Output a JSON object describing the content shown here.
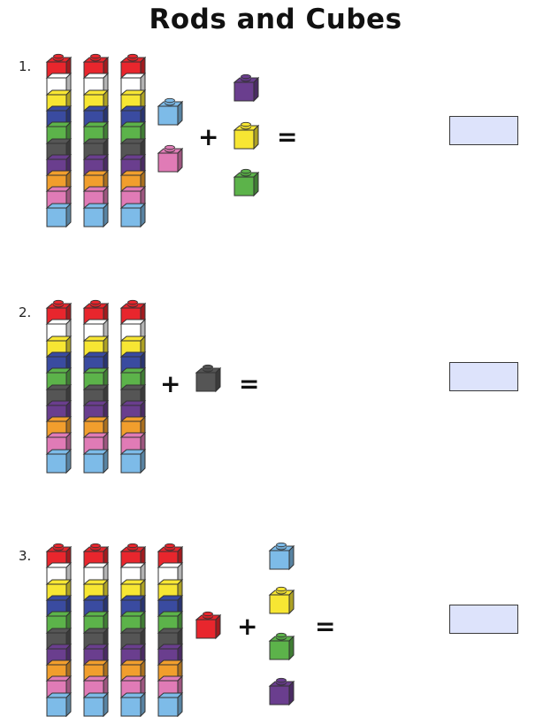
{
  "title": "Rods and Cubes",
  "colors": {
    "red": "#e8262d",
    "white": "#ffffff",
    "yellow": "#f7e633",
    "blue": "#3a4ba0",
    "green": "#5cb34a",
    "grey": "#555555",
    "purple": "#6a3e8e",
    "orange": "#f19e2d",
    "pink": "#e07bb6",
    "lightblue": "#7dbbe8",
    "answer_box": "#dde3fb"
  },
  "rod_color_sequence": [
    "red",
    "white",
    "yellow",
    "blue",
    "green",
    "grey",
    "purple",
    "orange",
    "pink",
    "lightblue"
  ],
  "questions": [
    {
      "number": "1.",
      "rods": 3,
      "loose_cubes": [
        "lightblue",
        "pink",
        "purple",
        "yellow",
        "green"
      ],
      "plus": "+",
      "equals": "=",
      "answer": ""
    },
    {
      "number": "2.",
      "rods": 3,
      "loose_cubes": [
        "grey"
      ],
      "plus": "+",
      "equals": "=",
      "answer": ""
    },
    {
      "number": "3.",
      "rods": 4,
      "loose_cubes": [
        "red",
        "lightblue",
        "yellow",
        "green",
        "purple"
      ],
      "plus": "+",
      "equals": "=",
      "answer": ""
    }
  ]
}
